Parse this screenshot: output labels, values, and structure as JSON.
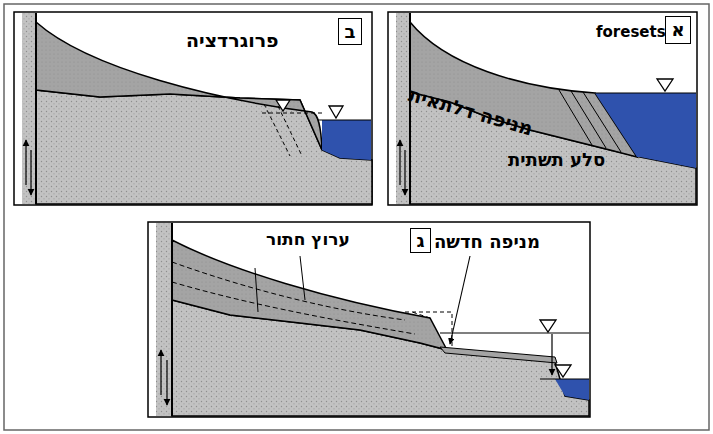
{
  "diagram": {
    "nodes": [
      {
        "text": [
          "א"
        ]
      },
      {
        "text": [
          "ב"
        ]
      },
      {
        "text": [
          "ג"
        ]
      }
    ],
    "labels": [
      "foresets",
      "מניפה דלתאית",
      "סלע תשתית",
      "פרוגרדציה",
      "ערוץ חתור",
      "מניפה חדשה"
    ]
  }
}
